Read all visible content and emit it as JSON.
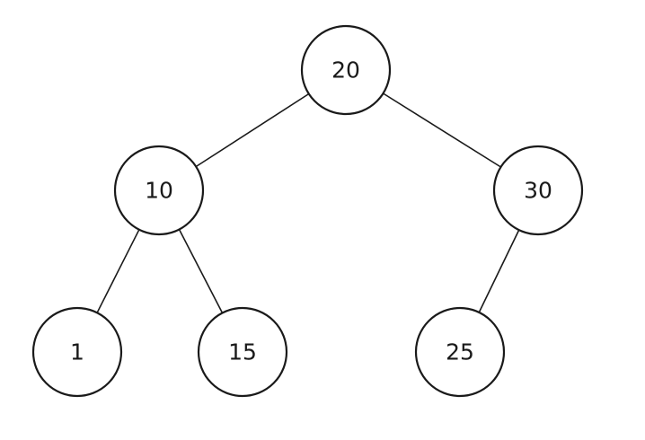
{
  "diagram": {
    "type": "binary-tree",
    "root": "20",
    "nodes": [
      {
        "id": "n20",
        "label": "20"
      },
      {
        "id": "n10",
        "label": "10"
      },
      {
        "id": "n30",
        "label": "30"
      },
      {
        "id": "n1",
        "label": "1"
      },
      {
        "id": "n15",
        "label": "15"
      },
      {
        "id": "n25",
        "label": "25"
      }
    ],
    "edges": [
      {
        "from": "n20",
        "to": "n10",
        "side": "left"
      },
      {
        "from": "n20",
        "to": "n30",
        "side": "right"
      },
      {
        "from": "n10",
        "to": "n1",
        "side": "left"
      },
      {
        "from": "n10",
        "to": "n15",
        "side": "right"
      },
      {
        "from": "n30",
        "to": "n25",
        "side": "left"
      }
    ],
    "colors": {
      "stroke": "#1a1a1a",
      "fill": "#ffffff",
      "background": "#ffffff"
    }
  }
}
